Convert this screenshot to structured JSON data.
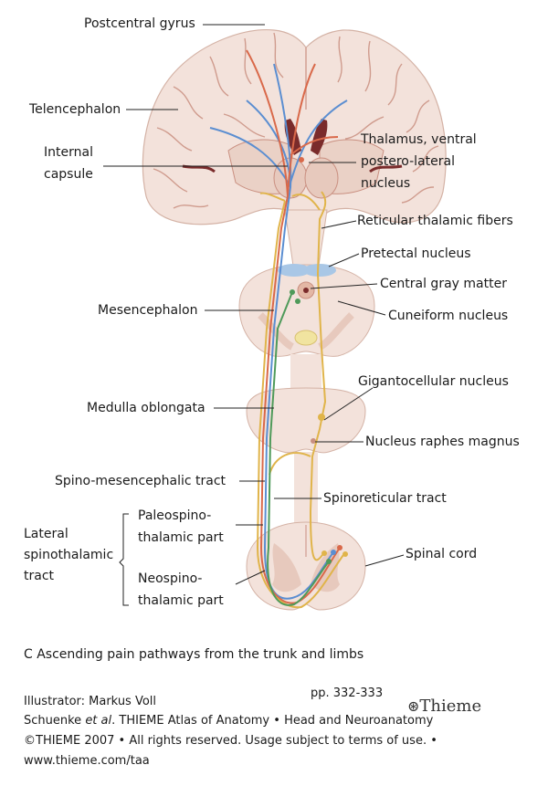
{
  "labels": {
    "postcentral_gyrus": "Postcentral gyrus",
    "telencephalon": "Telencephalon",
    "internal_capsule": [
      "Internal",
      "capsule"
    ],
    "thalamus": [
      "Thalamus, ventral",
      "postero-lateral",
      "nucleus"
    ],
    "reticular_thalamic_fibers": "Reticular thalamic fibers",
    "pretectal_nucleus": "Pretectal nucleus",
    "central_gray_matter": "Central gray matter",
    "mesencephalon": "Mesencephalon",
    "cuneiform_nucleus": "Cuneiform nucleus",
    "gigantocellular_nucleus": "Gigantocellular nucleus",
    "medulla_oblongata": "Medulla oblongata",
    "nucleus_raphes_magnus": "Nucleus raphes magnus",
    "spino_mesencephalic_tract": "Spino-mesencephalic tract",
    "spinoreticular_tract": "Spinoreticular tract",
    "lateral_spinothalamic_tract": [
      "Lateral",
      "spinothalamic",
      "tract"
    ],
    "paleospinothalamic_part": [
      "Paleospino-",
      "thalamic part"
    ],
    "neospinothalamic_part": [
      "Neospino-",
      "thalamic part"
    ],
    "spinal_cord": "Spinal cord"
  },
  "caption": "C Ascending pain pathways from the trunk and limbs",
  "credits": {
    "illustrator": "Illustrator: Markus Voll",
    "pages": "pp. 332-333",
    "line1": "Schuenke et al. THIEME Atlas of Anatomy • Head and Neuroanatomy",
    "line1_pre": "Schuenke ",
    "line1_em": "et al",
    "line1_post": ". THIEME Atlas of Anatomy • Head and Neuroanatomy",
    "line2": "©THIEME 2007 • All rights reserved. Usage subject to terms of use. •",
    "line3": "www.thieme.com/taa",
    "logo": "Thieme"
  },
  "colors": {
    "tissue": "#f3e2db",
    "tissue_dark": "#e7c9bd",
    "sulcus": "#c98f80",
    "ventricle": "#7a2b2b",
    "tract_blue": "#5b8ed1",
    "tract_red": "#d9694a",
    "tract_yellow": "#e0b44a",
    "tract_green": "#4f9a5a",
    "leader": "#222222"
  }
}
